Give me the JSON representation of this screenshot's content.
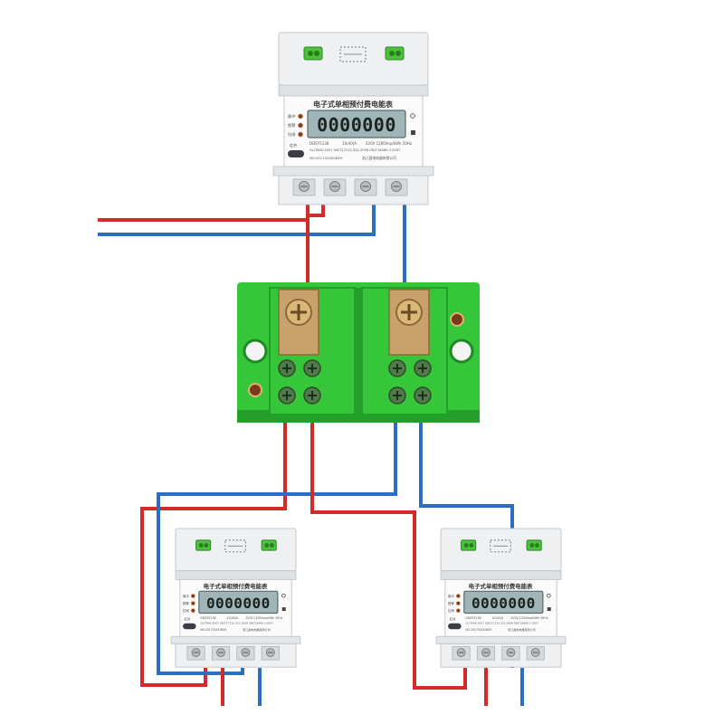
{
  "colors": {
    "live_wire": "#d42a2a",
    "neutral_wire": "#2a6fc4",
    "terminal_block": "#36c63a",
    "terminal_block_dark": "#22a02a",
    "meter_body": "#eef0f2",
    "lcd_background": "#9fb5b8",
    "terminal_screw": "#4f7a4a"
  },
  "meters": [
    {
      "id": "main",
      "title": "电子式单相预付费电能表",
      "reading": "0000000",
      "model": "DDSY5138",
      "rating": "10(40)A",
      "voltage_freq": "220V 1200imp/kWh 50Hz",
      "standard": "GL/T645-2007 GB/T17215.321-2008 GB/T18460.3-2007",
      "serial": "NO.2017024X0849",
      "maker": "浙江昌电电器有限公司",
      "indicators": [
        "脉冲",
        "报警",
        "拉闸"
      ],
      "badge": "红外"
    },
    {
      "id": "sub-left",
      "title": "电子式单相预付费电能表",
      "reading": "0000000",
      "model": "DDSY5138",
      "rating": "10(40)A",
      "voltage_freq": "220V 1200imp/kWh 50Hz",
      "standard": "GL/T645-2007 GB/T17215.321-2008 GB/T18460.3-2007",
      "serial": "NO.2017024X0849",
      "maker": "浙江昌电电器有限公司",
      "indicators": [
        "脉冲",
        "报警",
        "拉闸"
      ],
      "badge": "红外"
    },
    {
      "id": "sub-right",
      "title": "电子式单相预付费电能表",
      "reading": "0000000",
      "model": "DDSY5138",
      "rating": "10(40)A",
      "voltage_freq": "220V 1200imp/kWh 50Hz",
      "standard": "GL/T645-2007 GB/T17215.321-2008 GB/T18460.3-2007",
      "serial": "NO.2017024X0849",
      "maker": "浙江昌电电器有限公司",
      "indicators": [
        "脉冲",
        "报警",
        "拉闸"
      ],
      "badge": "红外"
    }
  ]
}
